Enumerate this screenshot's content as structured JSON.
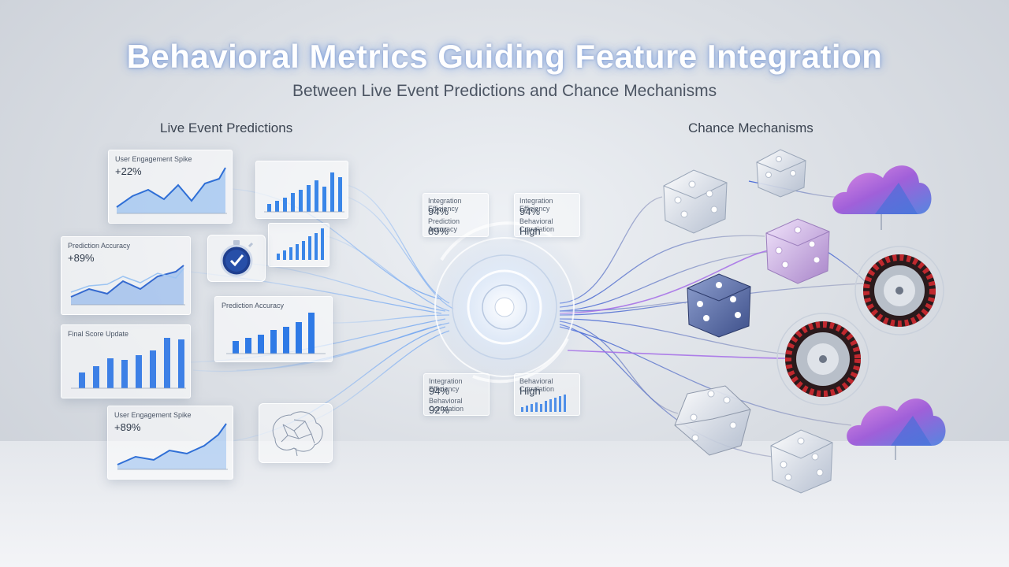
{
  "header": {
    "title": "Behavioral Metrics Guiding Feature Integration",
    "subtitle": "Between Live Event Predictions and Chance Mechanisms"
  },
  "sections": {
    "left_label": "Live Event Predictions",
    "right_label": "Chance Mechanisms"
  },
  "panels": {
    "user_engagement_top": {
      "label": "User Engagement Spike",
      "value": "+22%"
    },
    "prediction_accuracy_left": {
      "label": "Prediction Accuracy",
      "value": "+89%"
    },
    "final_score_update": {
      "label": "Final Score Update"
    },
    "user_engagement_bottom": {
      "label": "User Engagement Spike",
      "value": "+89%"
    },
    "prediction_accuracy_mid": {
      "label": "Prediction Accuracy"
    }
  },
  "metrics": {
    "top_left": {
      "line1": "Integration Efficiency",
      "val1": "94%",
      "line2": "Prediction Accuracy",
      "val2": "89%"
    },
    "top_right": {
      "line1": "Integration Efficiency",
      "val1": "94%",
      "line2": "Behavioral Correlation",
      "val2": "High"
    },
    "bottom_left": {
      "line1": "Integration Efficiency",
      "val1": "94%",
      "line2": "Behavioral Correlation",
      "val2": "92%"
    },
    "bottom_right": {
      "line1": "Behavioral Correlation",
      "val1": "High"
    }
  },
  "icons": [
    "stopwatch-icon",
    "brain-icon",
    "dice-icon",
    "roulette-wheel-icon",
    "cloud-icon",
    "central-hub-icon"
  ],
  "colors": {
    "accent_blue": "#3f7fe0",
    "accent_purple": "#9b5ee0",
    "roulette_red": "#c0282e",
    "cloud_purple": "#b15de0"
  }
}
